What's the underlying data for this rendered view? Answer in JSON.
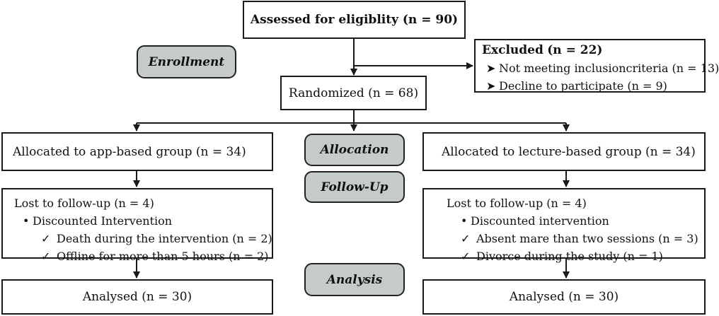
{
  "stages": {
    "enrollment": "Enrollment",
    "allocation": "Allocation",
    "follow_up": "Follow-Up",
    "analysis": "Analysis"
  },
  "assessed": {
    "label": "Assessed for eligiblity",
    "count": "(n = 90)"
  },
  "excluded": {
    "title": "Excluded",
    "count": "(n = 22)",
    "reasons": [
      {
        "marker": "➤",
        "text": "Not meeting inclusioncriteria (n = 13)"
      },
      {
        "marker": "➤",
        "text": "Decline to participate (n = 9)"
      }
    ]
  },
  "randomized": "Randomized (n = 68)",
  "app_group": {
    "allocated": "Allocated to app-based group (n = 34)",
    "lost": "Lost to follow-up (n = 4)",
    "bullet_marker": "•",
    "bullet": "Discounted Intervention",
    "check_marker": "✓",
    "reasons": [
      "Death during the intervention (n = 2)",
      "Offline for more than 5 hours (n = 2)"
    ],
    "analysed": "Analysed (n = 30)"
  },
  "lecture_group": {
    "allocated": "Allocated to lecture-based group (n = 34)",
    "lost": "Lost to follow-up (n = 4)",
    "bullet_marker": "•",
    "bullet": "Discounted intervention",
    "check_marker": "✓",
    "reasons": [
      "Absent mare than two sessions (n = 3)",
      "Divorce during the study (n = 1)"
    ],
    "analysed": "Analysed (n = 30)"
  }
}
